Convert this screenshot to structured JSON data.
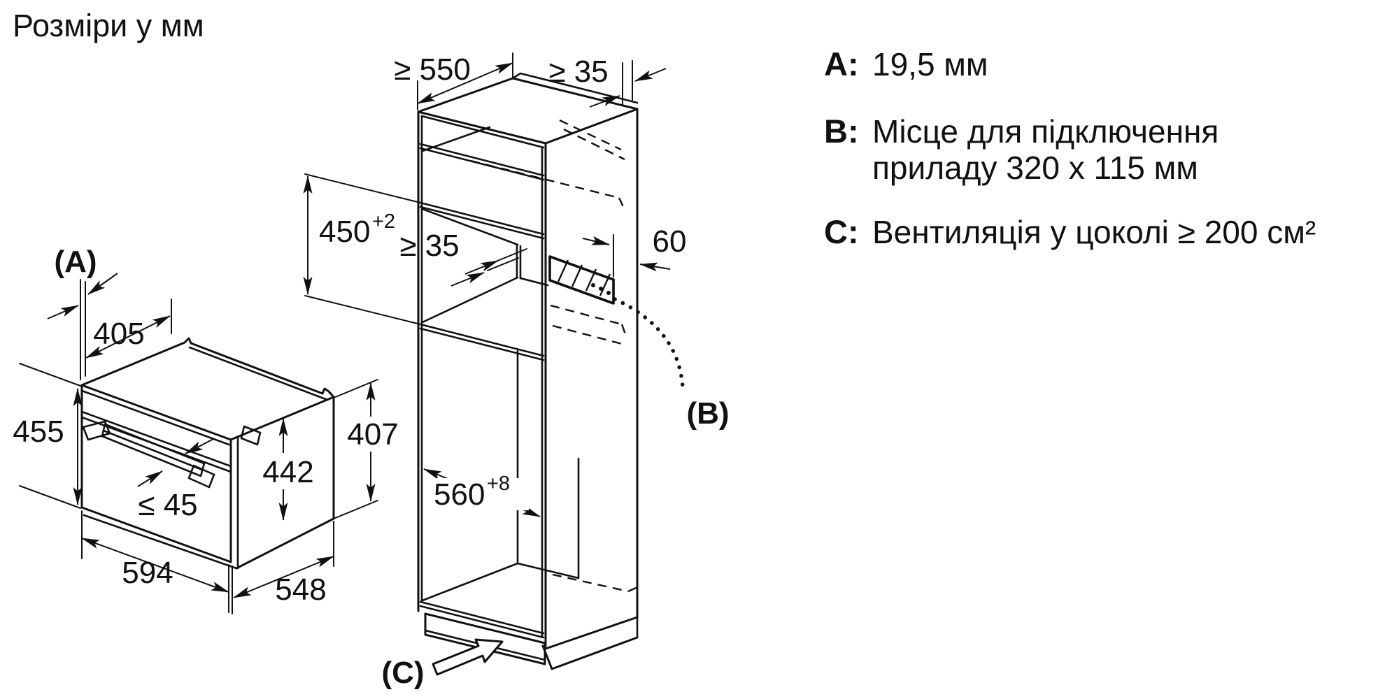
{
  "title": "Розміри у мм",
  "oven": {
    "label_a": "(A)",
    "dim_top_depth": "405",
    "dim_height_front": "455",
    "dim_height_body": "442",
    "dim_height_rear": "407",
    "dim_handle": "≤ 45",
    "dim_width": "594",
    "dim_depth": "548"
  },
  "cabinet": {
    "dim_min_depth": "≥ 550",
    "dim_rear_gap_top": "≥ 35",
    "dim_niche_height": {
      "value": "450",
      "tolerance": "+2"
    },
    "dim_rear_gap_niche": "≥ 35",
    "dim_duct": "60",
    "dim_niche_width": {
      "value": "560",
      "tolerance": "+8"
    },
    "label_b": "(B)",
    "label_c": "(C)"
  },
  "legend": {
    "a": {
      "key": "A:",
      "text": "19,5 мм"
    },
    "b": {
      "key": "B:",
      "line1": "Місце для підключення",
      "line2": "приладу 320 x 115 мм"
    },
    "c": {
      "key": "C:",
      "text": "Вентиляція у цоколі ≥ 200 см²"
    }
  }
}
